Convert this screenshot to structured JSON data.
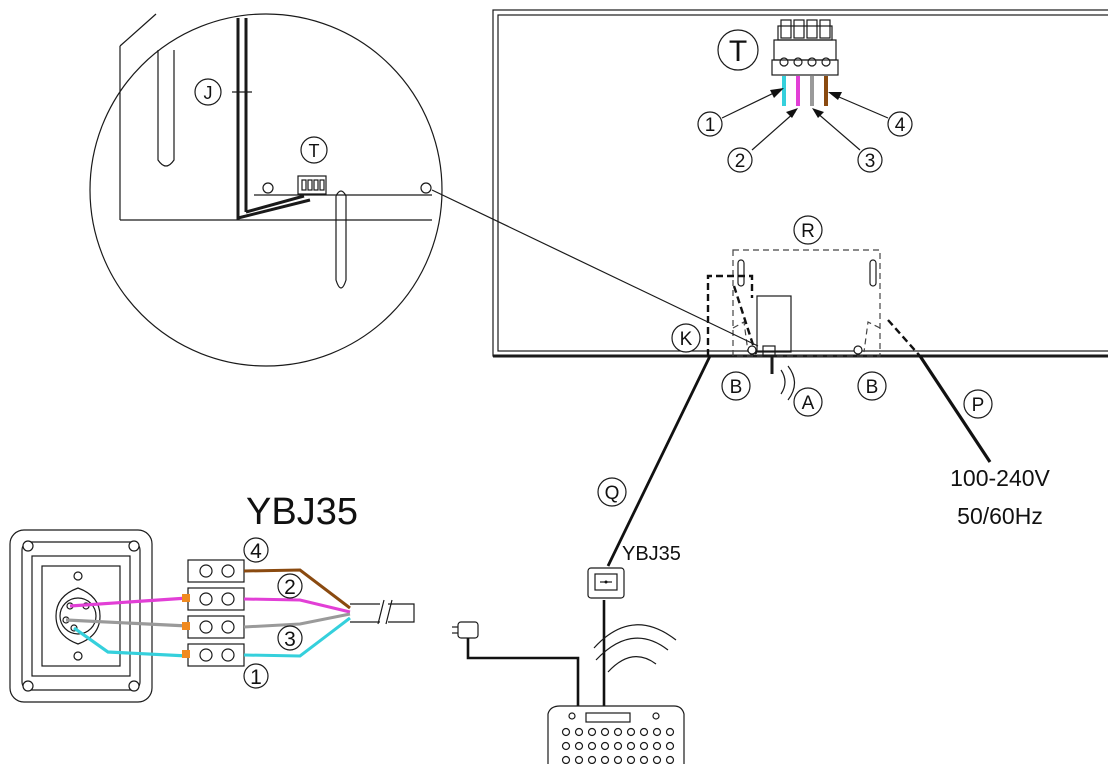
{
  "labels": {
    "T_main": "T",
    "T_detail": "T",
    "J": "J",
    "R": "R",
    "K": "K",
    "B_left": "B",
    "B_right": "B",
    "A": "A",
    "P": "P",
    "Q": "Q",
    "w1": "1",
    "w2": "2",
    "w3": "3",
    "w4": "4",
    "c1": "1",
    "c2": "2",
    "c3": "3",
    "c4": "4"
  },
  "texts": {
    "voltage": "100-240V",
    "frequency": "50/60Hz",
    "ybj_small": "YBJ35",
    "ybj_large": "YBJ35"
  },
  "colors": {
    "wire_1": "#35d0dc",
    "wire_2": "#e23fd6",
    "wire_3": "#9a9a9a",
    "wire_4": "#8a4a10",
    "terminal": "#f08a20"
  }
}
